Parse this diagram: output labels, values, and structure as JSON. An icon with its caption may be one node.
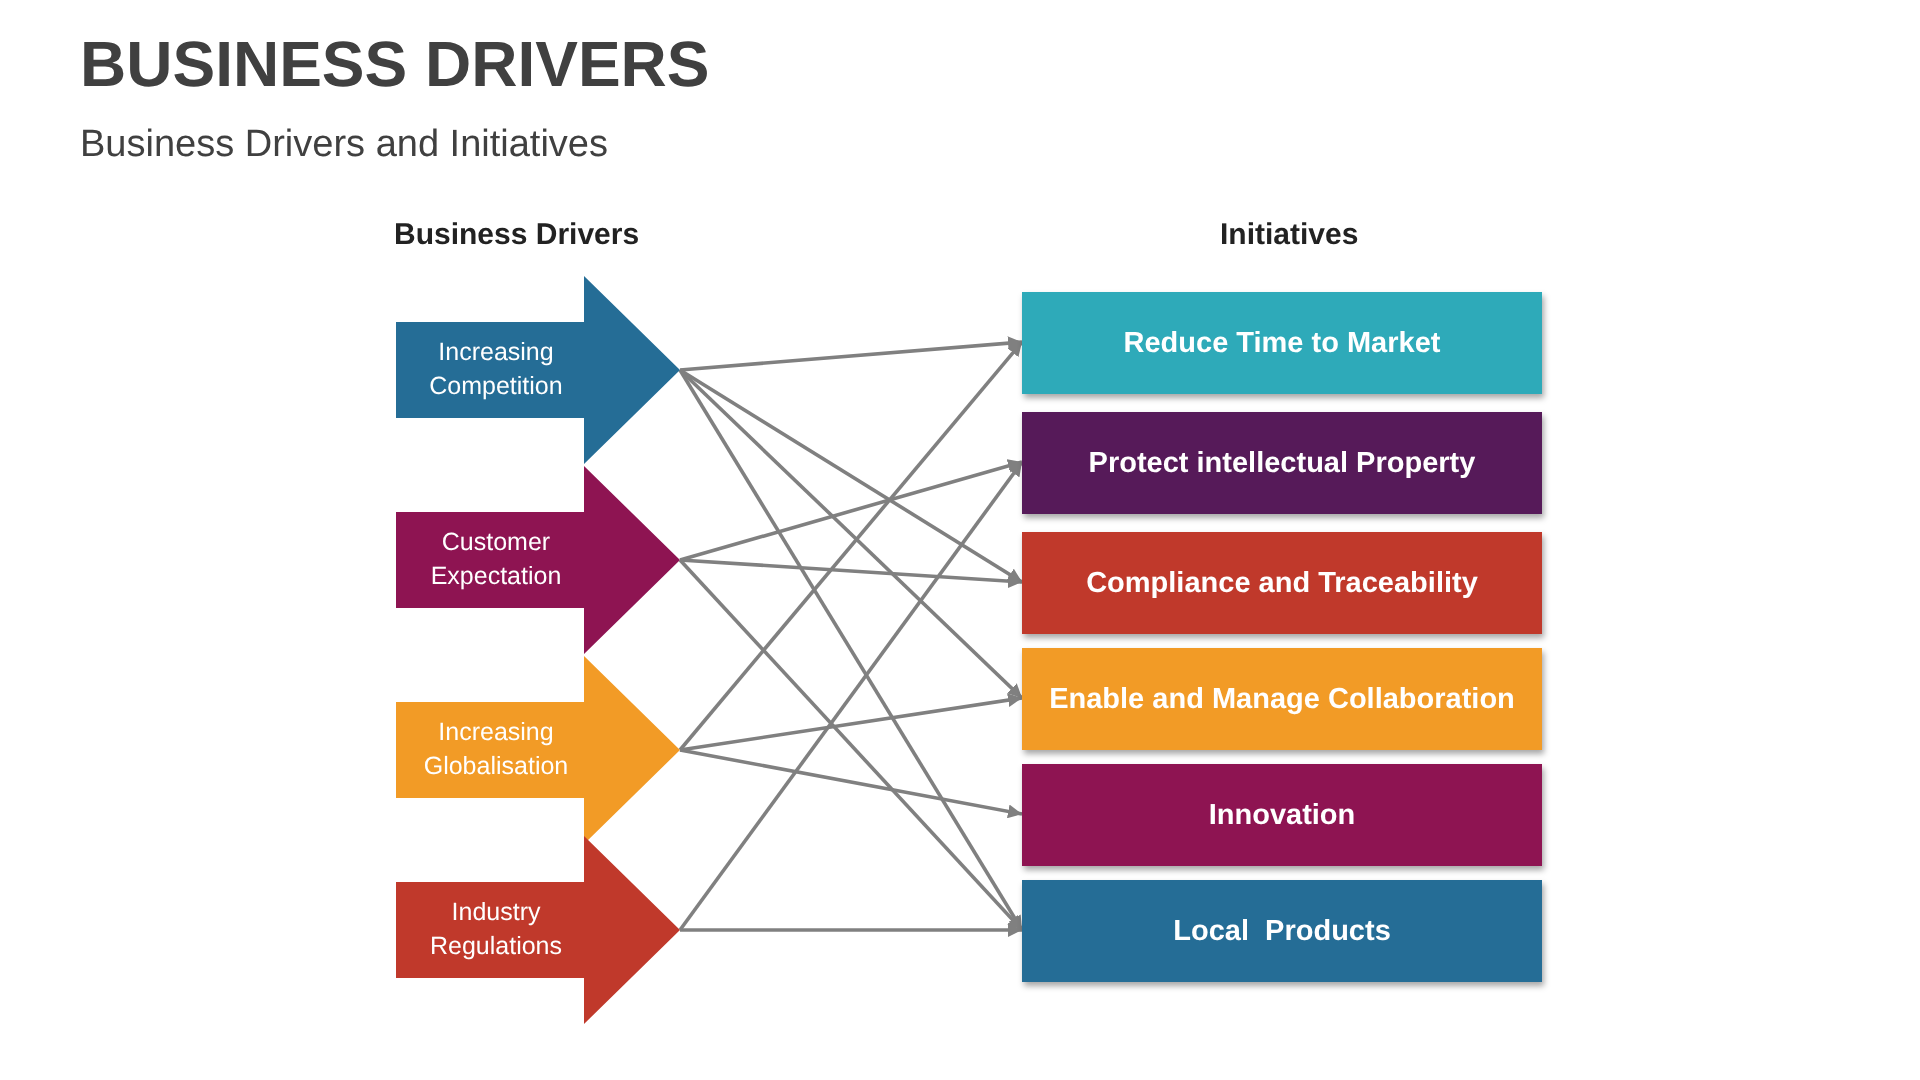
{
  "diagram": {
    "title": "BUSINESS DRIVERS",
    "caption": "Business Drivers and Initiatives",
    "nodes": [
      {
        "text": [
          "Increasing Competition"
        ]
      },
      {
        "text": [
          "Customer Expectation"
        ]
      },
      {
        "text": [
          "Increasing Globalisation"
        ]
      },
      {
        "text": [
          "Industry Regulations"
        ]
      },
      {
        "text": [
          "Reduce Time to Market"
        ]
      },
      {
        "text": [
          "Protect intellectual Property"
        ]
      },
      {
        "text": [
          "Compliance and Traceability"
        ]
      },
      {
        "text": [
          "Enable and Manage Collaboration"
        ]
      },
      {
        "text": [
          "Innovation"
        ]
      },
      {
        "text": [
          "Local  Products"
        ]
      }
    ],
    "edges": [
      {
        "from": 0,
        "to": 4,
        "arrow": "to"
      },
      {
        "from": 0,
        "to": 6,
        "arrow": "to"
      },
      {
        "from": 0,
        "to": 7,
        "arrow": "to"
      },
      {
        "from": 0,
        "to": 9,
        "arrow": "to"
      },
      {
        "from": 1,
        "to": 5,
        "arrow": "to"
      },
      {
        "from": 1,
        "to": 6,
        "arrow": "to"
      },
      {
        "from": 1,
        "to": 9,
        "arrow": "to"
      },
      {
        "from": 2,
        "to": 4,
        "arrow": "to"
      },
      {
        "from": 2,
        "to": 7,
        "arrow": "to"
      },
      {
        "from": 2,
        "to": 8,
        "arrow": "to"
      },
      {
        "from": 3,
        "to": 5,
        "arrow": "to"
      },
      {
        "from": 3,
        "to": 9,
        "arrow": "to"
      }
    ],
    "labels": [
      "Business Drivers",
      "Initiatives"
    ]
  }
}
